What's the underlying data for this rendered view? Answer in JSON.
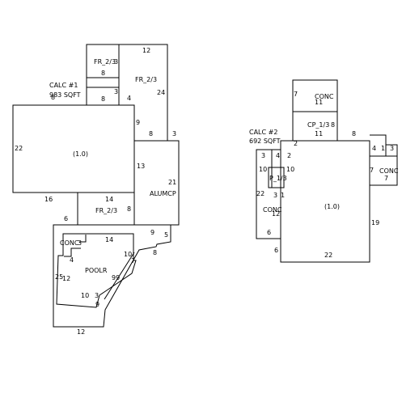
{
  "building_1": {
    "calc_label": "CALC #1",
    "area_label": "983 SQFT",
    "areas": {
      "main": "(1.0)",
      "fr_upper_left": "FR_2/3",
      "fr_upper_right": "FR_2/3",
      "fr_lower": "FR_2/3",
      "alum_cp": "ALUMCP",
      "conc": "CONC",
      "pool": "POOLR"
    },
    "dimensions": {
      "d12_top": "12",
      "d8_fr1": "8",
      "d3_fr1": "3",
      "d8_fr2": "8",
      "d3_fr2": "3",
      "d8_overlap": "8",
      "d4_fr": "4",
      "d24": "24",
      "d9": "9",
      "d8_mid": "8",
      "d3_mid": "3",
      "d22": "22",
      "d13": "13",
      "d21": "21",
      "d16": "16",
      "d14_fr": "14",
      "d8_alum": "8",
      "d6": "6",
      "d9_step": "9",
      "d5_step": "5",
      "d8_step": "8",
      "d14_pool": "14",
      "d3_conc": "3",
      "d4_pool": "4",
      "d10_pool_r": "10",
      "d7_pool": "7",
      "d25": "25",
      "d12_pool": "12",
      "d99": "99",
      "d10_pool_b": "10",
      "d3_pool_b": "3",
      "d9_pool_b": "9",
      "d12_bottom": "12"
    }
  },
  "building_2": {
    "calc_label": "CALC #2",
    "area_label": "692 SQFT",
    "areas": {
      "main": "(1.0)",
      "conc_top": "CONC",
      "cp_top": "CP_1/3",
      "p_side": "P_1/3",
      "conc_left": "CONC",
      "conc_right": "CONC"
    },
    "dimensions": {
      "d7_conc": "7",
      "d11_conc": "11",
      "d8_cp": "8",
      "d11_cp": "11",
      "d8_top": "8",
      "d2": "2",
      "d3_left": "3",
      "d4_left": "4",
      "d2_left": "2",
      "d10_left": "10",
      "d10_mid": "10",
      "d22_left": "22",
      "d3_p": "3",
      "d1_p": "1",
      "d12_conc": "12",
      "d6_left": "6",
      "d6_bottom": "6",
      "d22_bottom": "22",
      "d19": "19",
      "d4_r": "4",
      "d1_r": "1",
      "d3_r": "3",
      "d7_r": "7",
      "d7_r2": "7"
    }
  }
}
